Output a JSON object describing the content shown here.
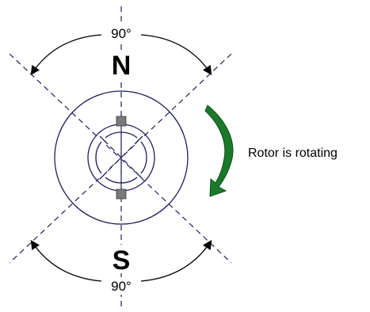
{
  "poles": {
    "north": "N",
    "south": "S"
  },
  "angles": {
    "top": "90°",
    "bottom": "90°"
  },
  "rotation": {
    "label": "Rotor is rotating",
    "arrow_color": "#1a7a2a"
  },
  "colors": {
    "outline": "#1f1f5c",
    "brush": "#7a7a7a"
  }
}
